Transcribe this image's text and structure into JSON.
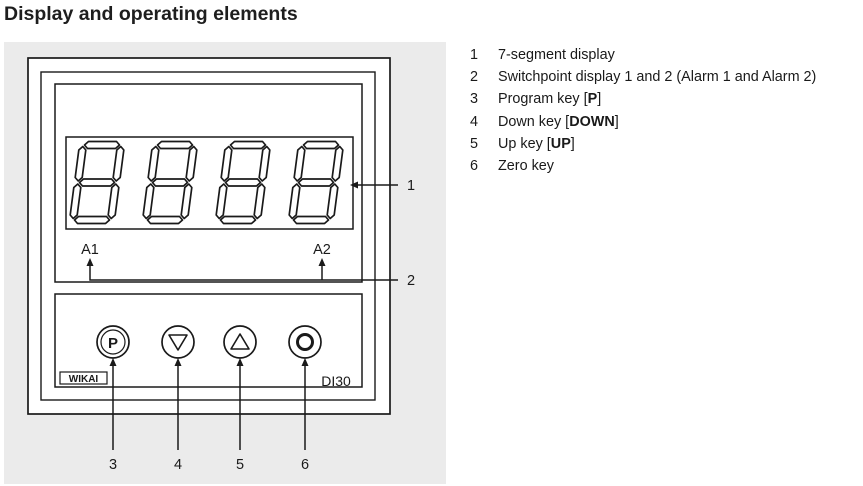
{
  "title": "Display and operating elements",
  "legend": [
    {
      "num": "1",
      "before": "7-segment display",
      "key": "",
      "after": ""
    },
    {
      "num": "2",
      "before": "Switchpoint display 1 and 2 (Alarm 1 and Alarm 2)",
      "key": "",
      "after": ""
    },
    {
      "num": "3",
      "before": "Program key [",
      "key": "P",
      "after": "]"
    },
    {
      "num": "4",
      "before": "Down key [",
      "key": "DOWN",
      "after": "]"
    },
    {
      "num": "5",
      "before": "Up key [",
      "key": "UP",
      "after": "]"
    },
    {
      "num": "6",
      "before": "Zero key",
      "key": "",
      "after": ""
    }
  ],
  "device": {
    "alarm1": "A1",
    "alarm2": "A2",
    "brand": "WIKAI",
    "model": "DI30",
    "program_key": "P",
    "icons": [
      "down-triangle-icon",
      "up-triangle-icon",
      "zero-ring-icon"
    ]
  },
  "callouts": {
    "display": "1",
    "alarms": "2",
    "program": "3",
    "down": "4",
    "up": "5",
    "zero": "6"
  }
}
